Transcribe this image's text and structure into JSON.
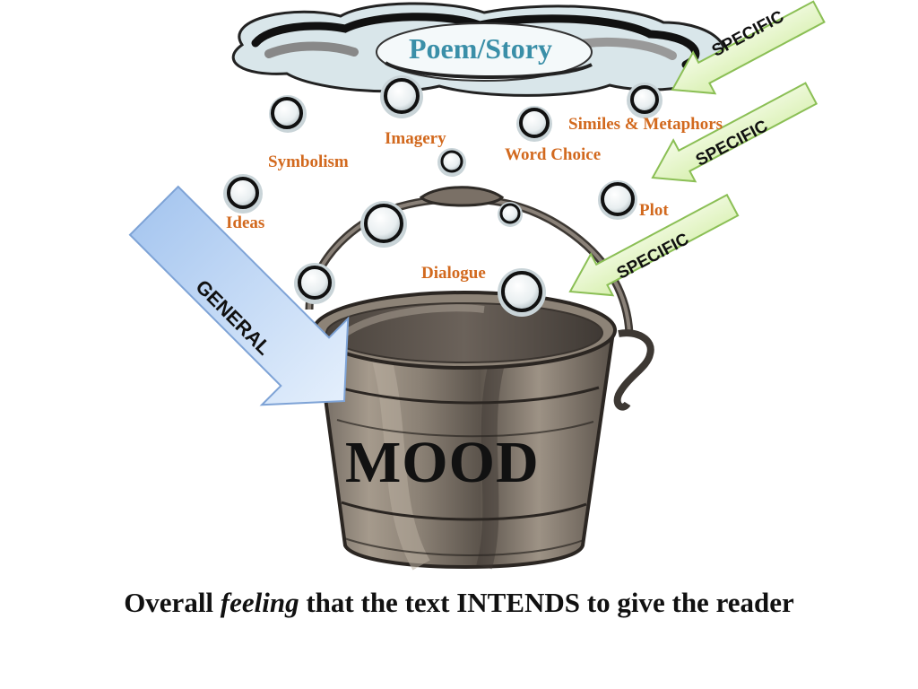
{
  "cloud": {
    "title": "Poem/Story"
  },
  "labels": {
    "similes": "Similes & Metaphors",
    "imagery": "Imagery",
    "word_choice": "Word Choice",
    "symbolism": "Symbolism",
    "plot": "Plot",
    "ideas": "Ideas",
    "dialogue": "Dialogue"
  },
  "arrows": {
    "specific_1": "SPECIFIC",
    "specific_2": "SPECIFIC",
    "specific_3": "SPECIFIC",
    "general": "GENERAL"
  },
  "bucket": {
    "label": "MOOD"
  },
  "caption": {
    "part1": "Overall ",
    "part2": "feeling",
    "part3": " that the text INTENDS to give the reader"
  },
  "colors": {
    "label_orange": "#d2691e",
    "title_blue": "#3a8fa8",
    "specific_arrow_fill": "#e6f7c8",
    "general_arrow_fill": "#c5dcf7"
  }
}
